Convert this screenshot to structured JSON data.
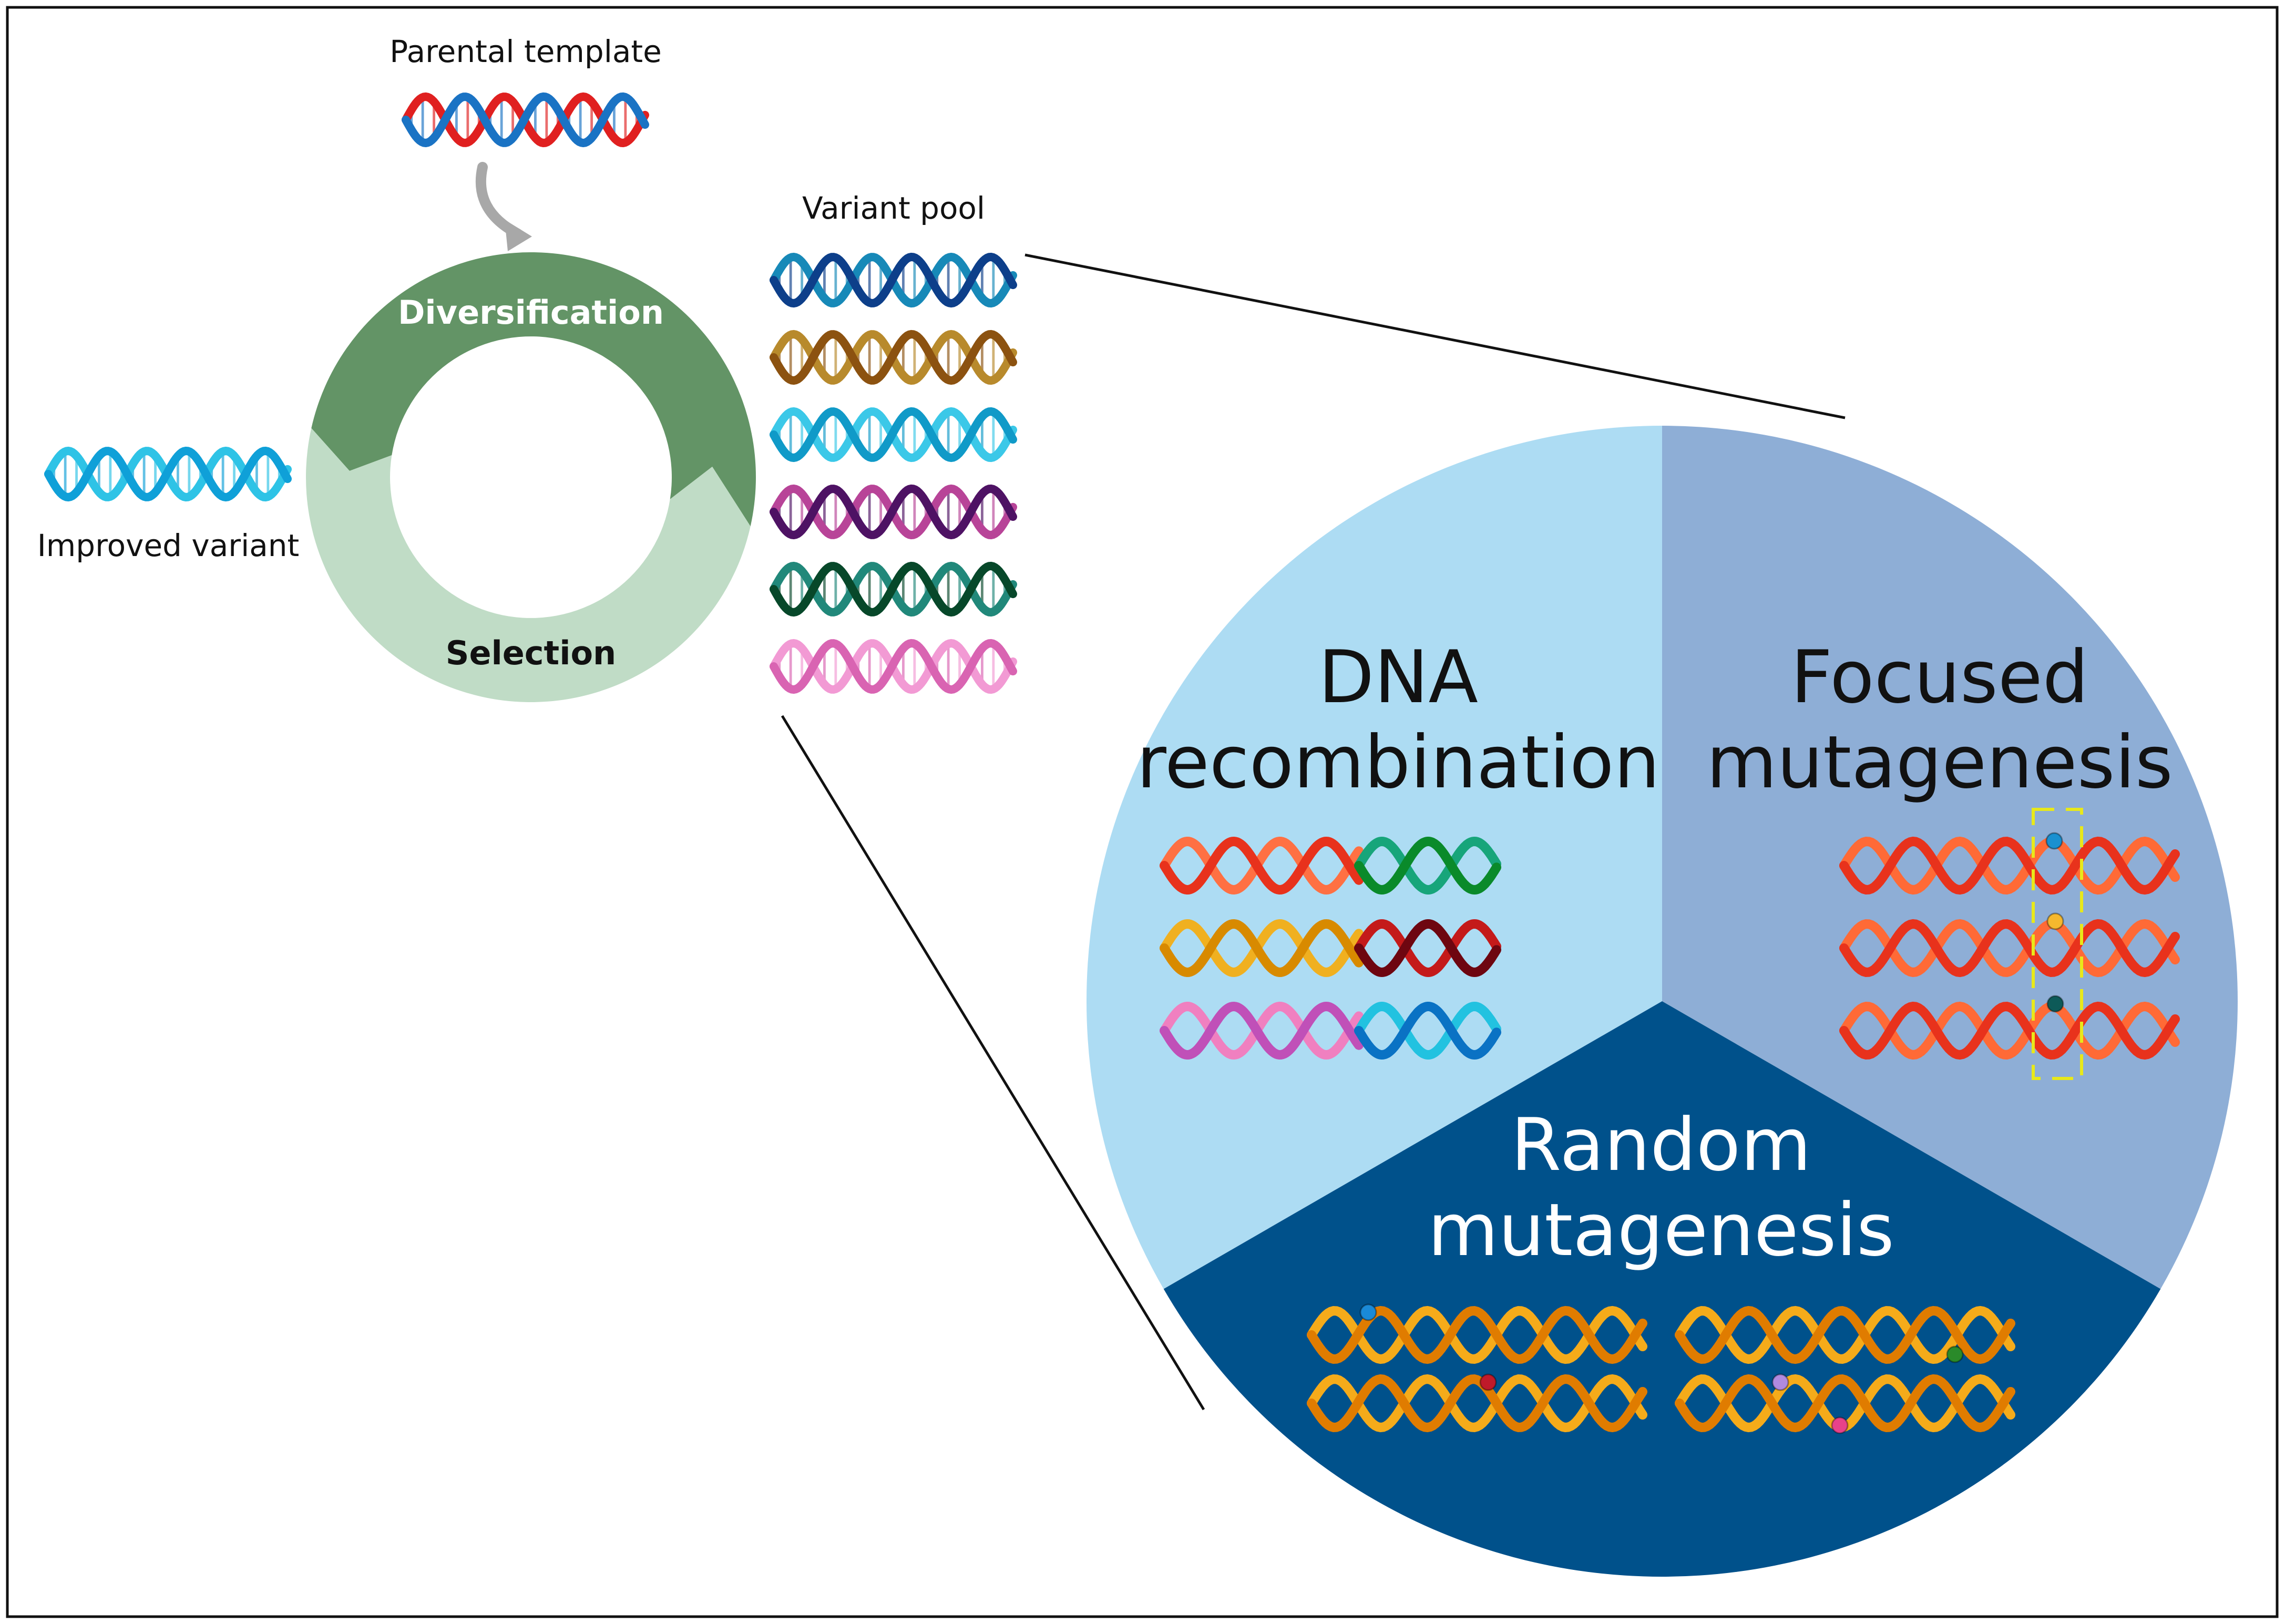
{
  "labels": {
    "parental_template": "Parental template",
    "variant_pool": "Variant pool",
    "improved_variant": "Improved variant"
  },
  "cycle": {
    "top_label": "Diversification",
    "bottom_label": "Selection",
    "top_color": "#639466",
    "bottom_color": "#c0dcc6"
  },
  "sectors": {
    "recombination": {
      "line1": "DNA",
      "line2": "recombination",
      "color": "#addcf3",
      "text_color": "#111111"
    },
    "focused": {
      "line1": "Focused",
      "line2": "mutagenesis",
      "color": "#8eaed6",
      "text_color": "#111111"
    },
    "random": {
      "line1": "Random",
      "line2": "mutagenesis",
      "color": "#00518b",
      "text_color": "#ffffff"
    }
  },
  "helix_colors": {
    "parental": [
      "#1a73c4",
      "#e02020"
    ],
    "improved": [
      "#0fa0d8",
      "#2ec3e6"
    ],
    "variant_pool": [
      [
        "#0d3f8a",
        "#1789b8"
      ],
      [
        "#8c5210",
        "#b88a2c"
      ],
      [
        "#109ac8",
        "#3bc8e8"
      ],
      [
        "#4e1264",
        "#b84498"
      ],
      [
        "#07482a",
        "#21887a"
      ],
      [
        "#d964b2",
        "#f29ad4"
      ]
    ],
    "mutant_strands": [
      "#e8321c",
      "#ff6a36"
    ],
    "random_strands": [
      "#e07c00",
      "#f5ab1a"
    ],
    "recombination_rows": [
      {
        "left": [
          "#e8321c",
          "#ff7043"
        ],
        "right": [
          "#0a8a2a",
          "#17a57a"
        ]
      },
      {
        "left": [
          "#d88a00",
          "#f0b020"
        ],
        "right": [
          "#6e0610",
          "#c41a1a"
        ]
      },
      {
        "left": [
          "#c050b8",
          "#f080c0"
        ],
        "right": [
          "#0a72c4",
          "#22c2e0"
        ]
      }
    ]
  },
  "mutation_dot_colors": {
    "focused": [
      "#1a90d0",
      "#f5b82e",
      "#0d5a58"
    ],
    "random": [
      "#1a8ad8",
      "#2a8a2a",
      "#c01a2a",
      "#b08ae0",
      "#e8428a"
    ]
  },
  "highlight_box_color": "#e8e81a",
  "arrow_color": "#a8a8a8"
}
